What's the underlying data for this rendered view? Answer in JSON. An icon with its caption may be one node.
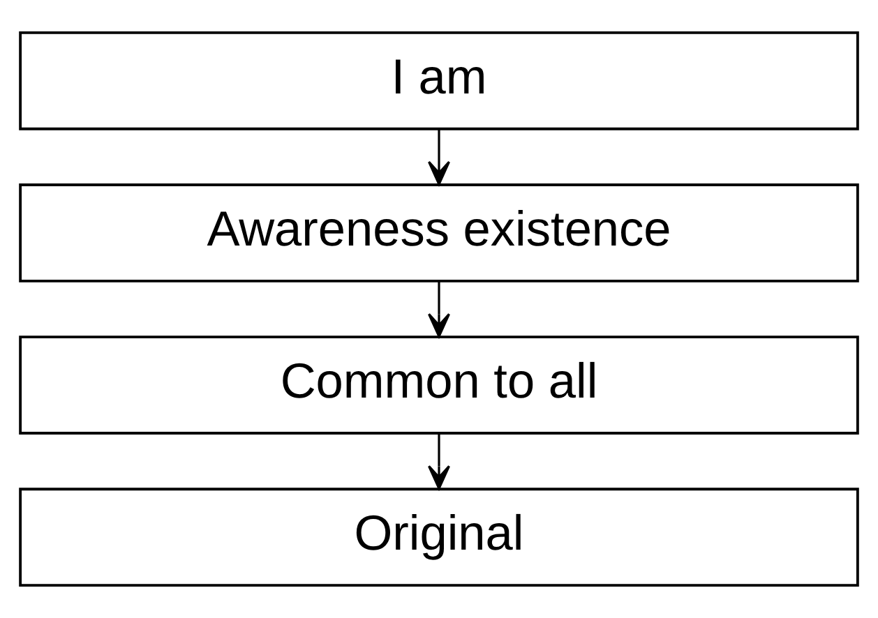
{
  "diagram": {
    "nodes": [
      {
        "text": [
          "I am"
        ]
      },
      {
        "text": [
          "Awareness existence"
        ]
      },
      {
        "text": [
          "Common to all"
        ]
      },
      {
        "text": [
          "Original"
        ]
      }
    ],
    "edges": [
      {
        "from": 0,
        "to": 1,
        "arrow": "to"
      },
      {
        "from": 1,
        "to": 2,
        "arrow": "to"
      },
      {
        "from": 2,
        "to": 3,
        "arrow": "to"
      }
    ]
  }
}
